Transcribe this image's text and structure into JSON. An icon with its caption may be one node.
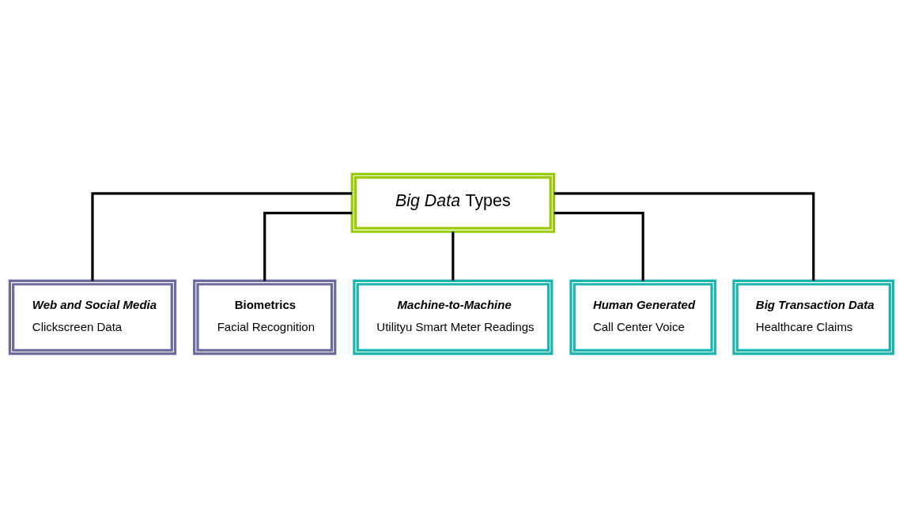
{
  "diagram": {
    "nodes": [
      {
        "text": [
          "*Big Data* Types"
        ]
      },
      {
        "text": [
          "Web and Social Media",
          "Clickscreen Data"
        ]
      },
      {
        "text": [
          "Biometrics",
          "Facial Recognition"
        ]
      },
      {
        "text": [
          "Machine-to-Machine",
          "Utilityu Smart Meter Readings"
        ]
      },
      {
        "text": [
          "Human Generated",
          "Call Center Voice"
        ]
      },
      {
        "text": [
          "Big Transaction Data",
          "Healthcare Claims"
        ]
      }
    ],
    "edges": [
      {
        "from": 0,
        "to": 1,
        "arrow": "none"
      },
      {
        "from": 0,
        "to": 2,
        "arrow": "none"
      },
      {
        "from": 0,
        "to": 3,
        "arrow": "none"
      },
      {
        "from": 0,
        "to": 4,
        "arrow": "none"
      },
      {
        "from": 0,
        "to": 5,
        "arrow": "none"
      }
    ]
  }
}
